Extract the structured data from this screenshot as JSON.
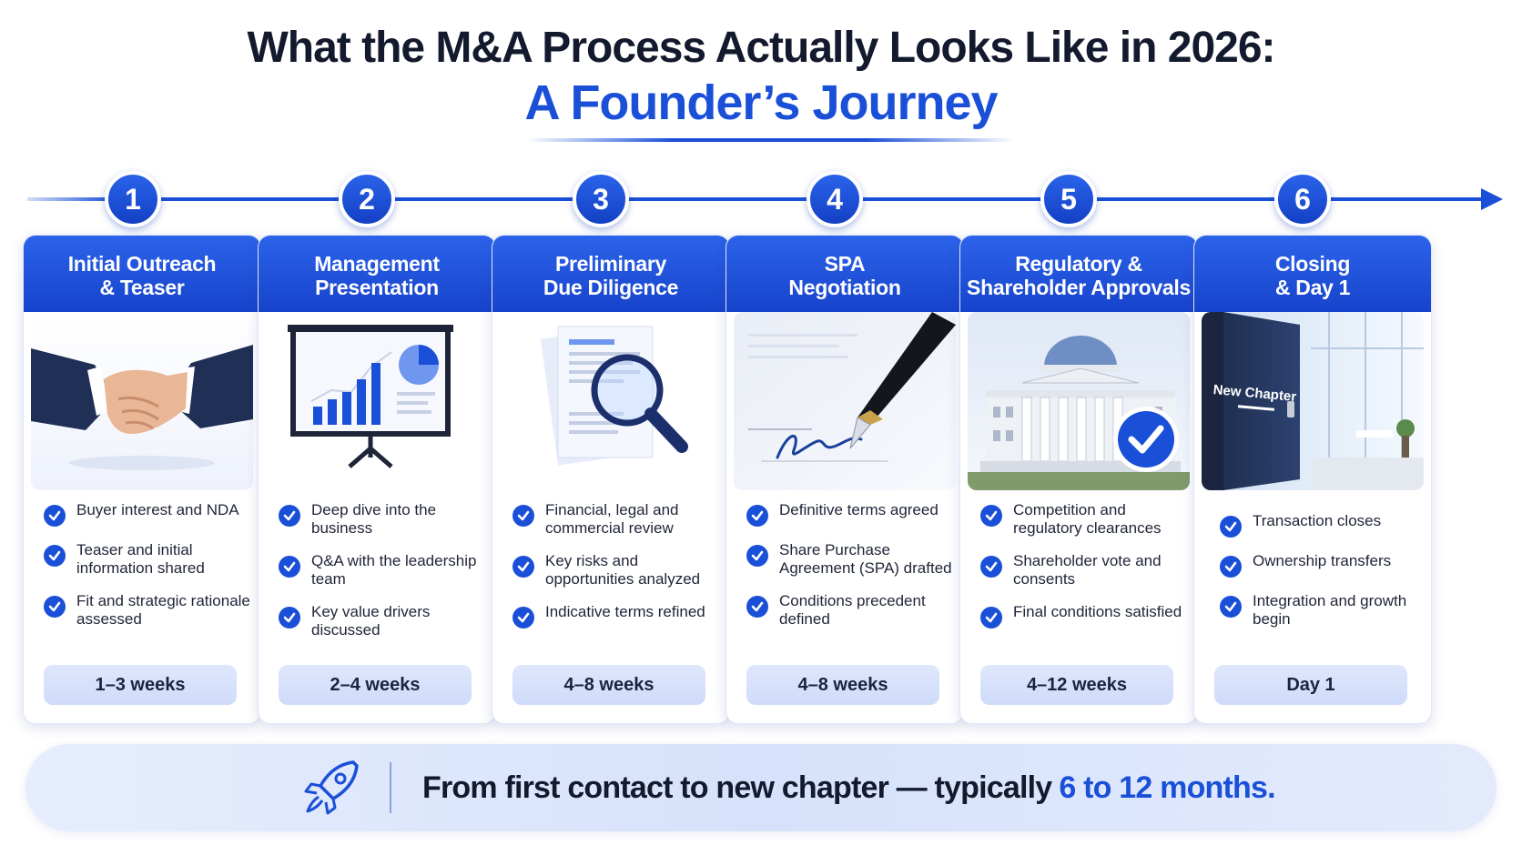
{
  "header": {
    "title_line1": "What the M&A Process Actually Looks Like in 2026:",
    "title_line2": "A Founder’s Journey"
  },
  "colors": {
    "accent": "#1a4fd8",
    "title": "#141a2e",
    "duration_bg": "#d6e2fb"
  },
  "steps": [
    {
      "number": "1",
      "title_line1": "Initial Outreach",
      "title_line2": "& Teaser",
      "icon": "handshake-icon",
      "bullets": [
        "Buyer interest and NDA",
        "Teaser and initial information shared",
        "Fit and strategic rationale assessed"
      ],
      "duration": "1–3 weeks"
    },
    {
      "number": "2",
      "title_line1": "Management",
      "title_line2": "Presentation",
      "icon": "presentation-board-icon",
      "bullets": [
        "Deep dive into the business",
        "Q&A with the leadership team",
        "Key value drivers discussed"
      ],
      "duration": "2–4 weeks"
    },
    {
      "number": "3",
      "title_line1": "Preliminary",
      "title_line2": "Due Diligence",
      "icon": "magnifier-documents-icon",
      "bullets": [
        "Financial, legal and commercial review",
        "Key risks and opportunities analyzed",
        "Indicative terms refined"
      ],
      "duration": "4–8 weeks"
    },
    {
      "number": "4",
      "title_line1": "SPA",
      "title_line2": "Negotiation",
      "icon": "fountain-pen-signature-icon",
      "bullets": [
        "Definitive terms agreed",
        "Share Purchase Agreement (SPA) drafted",
        "Conditions precedent defined"
      ],
      "duration": "4–8 weeks"
    },
    {
      "number": "5",
      "title_line1": "Regulatory &",
      "title_line2": "Shareholder Approvals",
      "icon": "government-building-check-icon",
      "bullets": [
        "Competition and regulatory clearances",
        "Shareholder vote and consents",
        "Final conditions satisfied"
      ],
      "duration": "4–12 weeks"
    },
    {
      "number": "6",
      "title_line1": "Closing",
      "title_line2": "& Day 1",
      "icon": "door-new-chapter-icon",
      "door_label": "New Chapter",
      "bullets": [
        "Transaction closes",
        "Ownership transfers",
        "Integration and growth begin"
      ],
      "duration": "Day 1"
    }
  ],
  "footer": {
    "icon": "rocket-icon",
    "text": "From first contact to new chapter — typically",
    "highlight": "6 to 12 months."
  }
}
